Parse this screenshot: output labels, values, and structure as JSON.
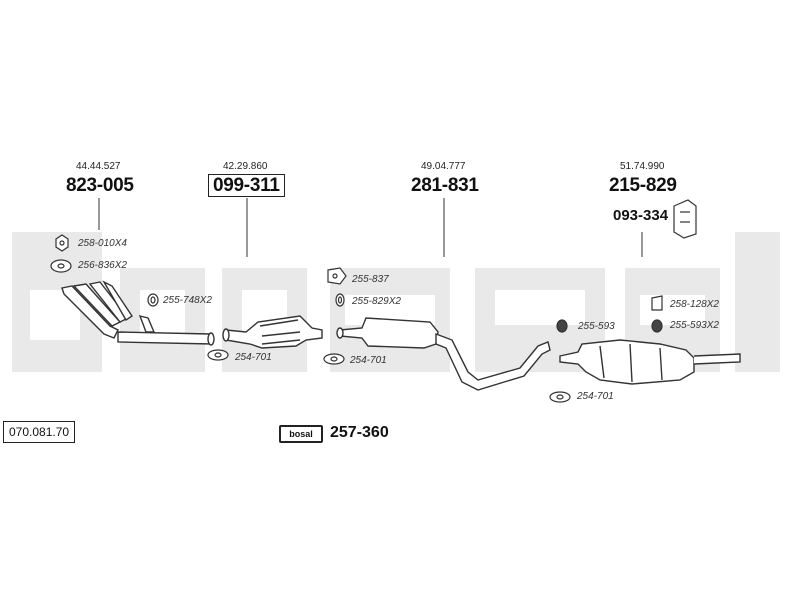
{
  "groups": [
    {
      "sub": "44.44.527",
      "main": "823-005"
    },
    {
      "sub": "42.29.860",
      "main": "099-311"
    },
    {
      "sub": "49.04.777",
      "main": "281-831"
    },
    {
      "sub": "51.74.990",
      "main": "215-829"
    }
  ],
  "extra_part": "093-334",
  "parts": {
    "p1": "258-010X4",
    "p2": "256-836X2",
    "p3": "255-748X2",
    "p4": "254-701",
    "p5": "255-837",
    "p6": "255-829X2",
    "p7": "254-701",
    "p8": "258-128X2",
    "p9": "255-593",
    "p10": "255-593X2",
    "p11": "254-701"
  },
  "reference": "070.081.70",
  "kit": {
    "badge": "bosal",
    "number": "257-360"
  },
  "watermark_text": "bosal",
  "colors": {
    "watermark": "#e9e9e9",
    "line": "#333333"
  }
}
